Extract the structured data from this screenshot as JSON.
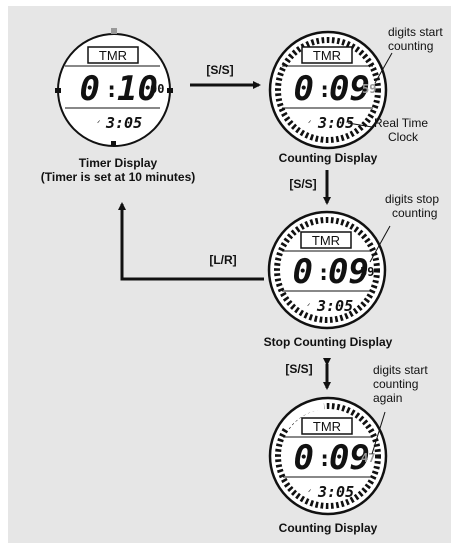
{
  "watches": {
    "timer": {
      "mode": "TMR",
      "minutes": "0",
      "seconds_main": "10",
      "seconds_small": "00",
      "clock": "3:05",
      "caption_line1": "Timer Display",
      "caption_line2": "(Timer is set at 10 minutes)"
    },
    "counting1": {
      "mode": "TMR",
      "minutes": "0",
      "seconds_main": "09",
      "seconds_small": "59",
      "clock": "3:05",
      "caption": "Counting Display"
    },
    "stop": {
      "mode": "TMR",
      "minutes": "0",
      "seconds_main": "09",
      "seconds_small": "59",
      "clock": "3:05",
      "caption": "Stop Counting Display"
    },
    "counting2": {
      "mode": "TMR",
      "minutes": "0",
      "seconds_main": "09",
      "seconds_small": "47",
      "clock": "3:05",
      "caption": "Counting Display"
    }
  },
  "buttons": {
    "ss_right": "[S/S]",
    "ss_down": "[S/S]",
    "lr": "[L/R]",
    "ss_updown": "[S/S]"
  },
  "annotations": {
    "start1_line1": "digits start",
    "start1_line2": "counting",
    "rtc_line1": "Real Time",
    "rtc_line2": "Clock",
    "stop_line1": "digits stop",
    "stop_line2": "counting",
    "start2_line1": "digits start",
    "start2_line2": "counting",
    "start2_line3": "again"
  }
}
